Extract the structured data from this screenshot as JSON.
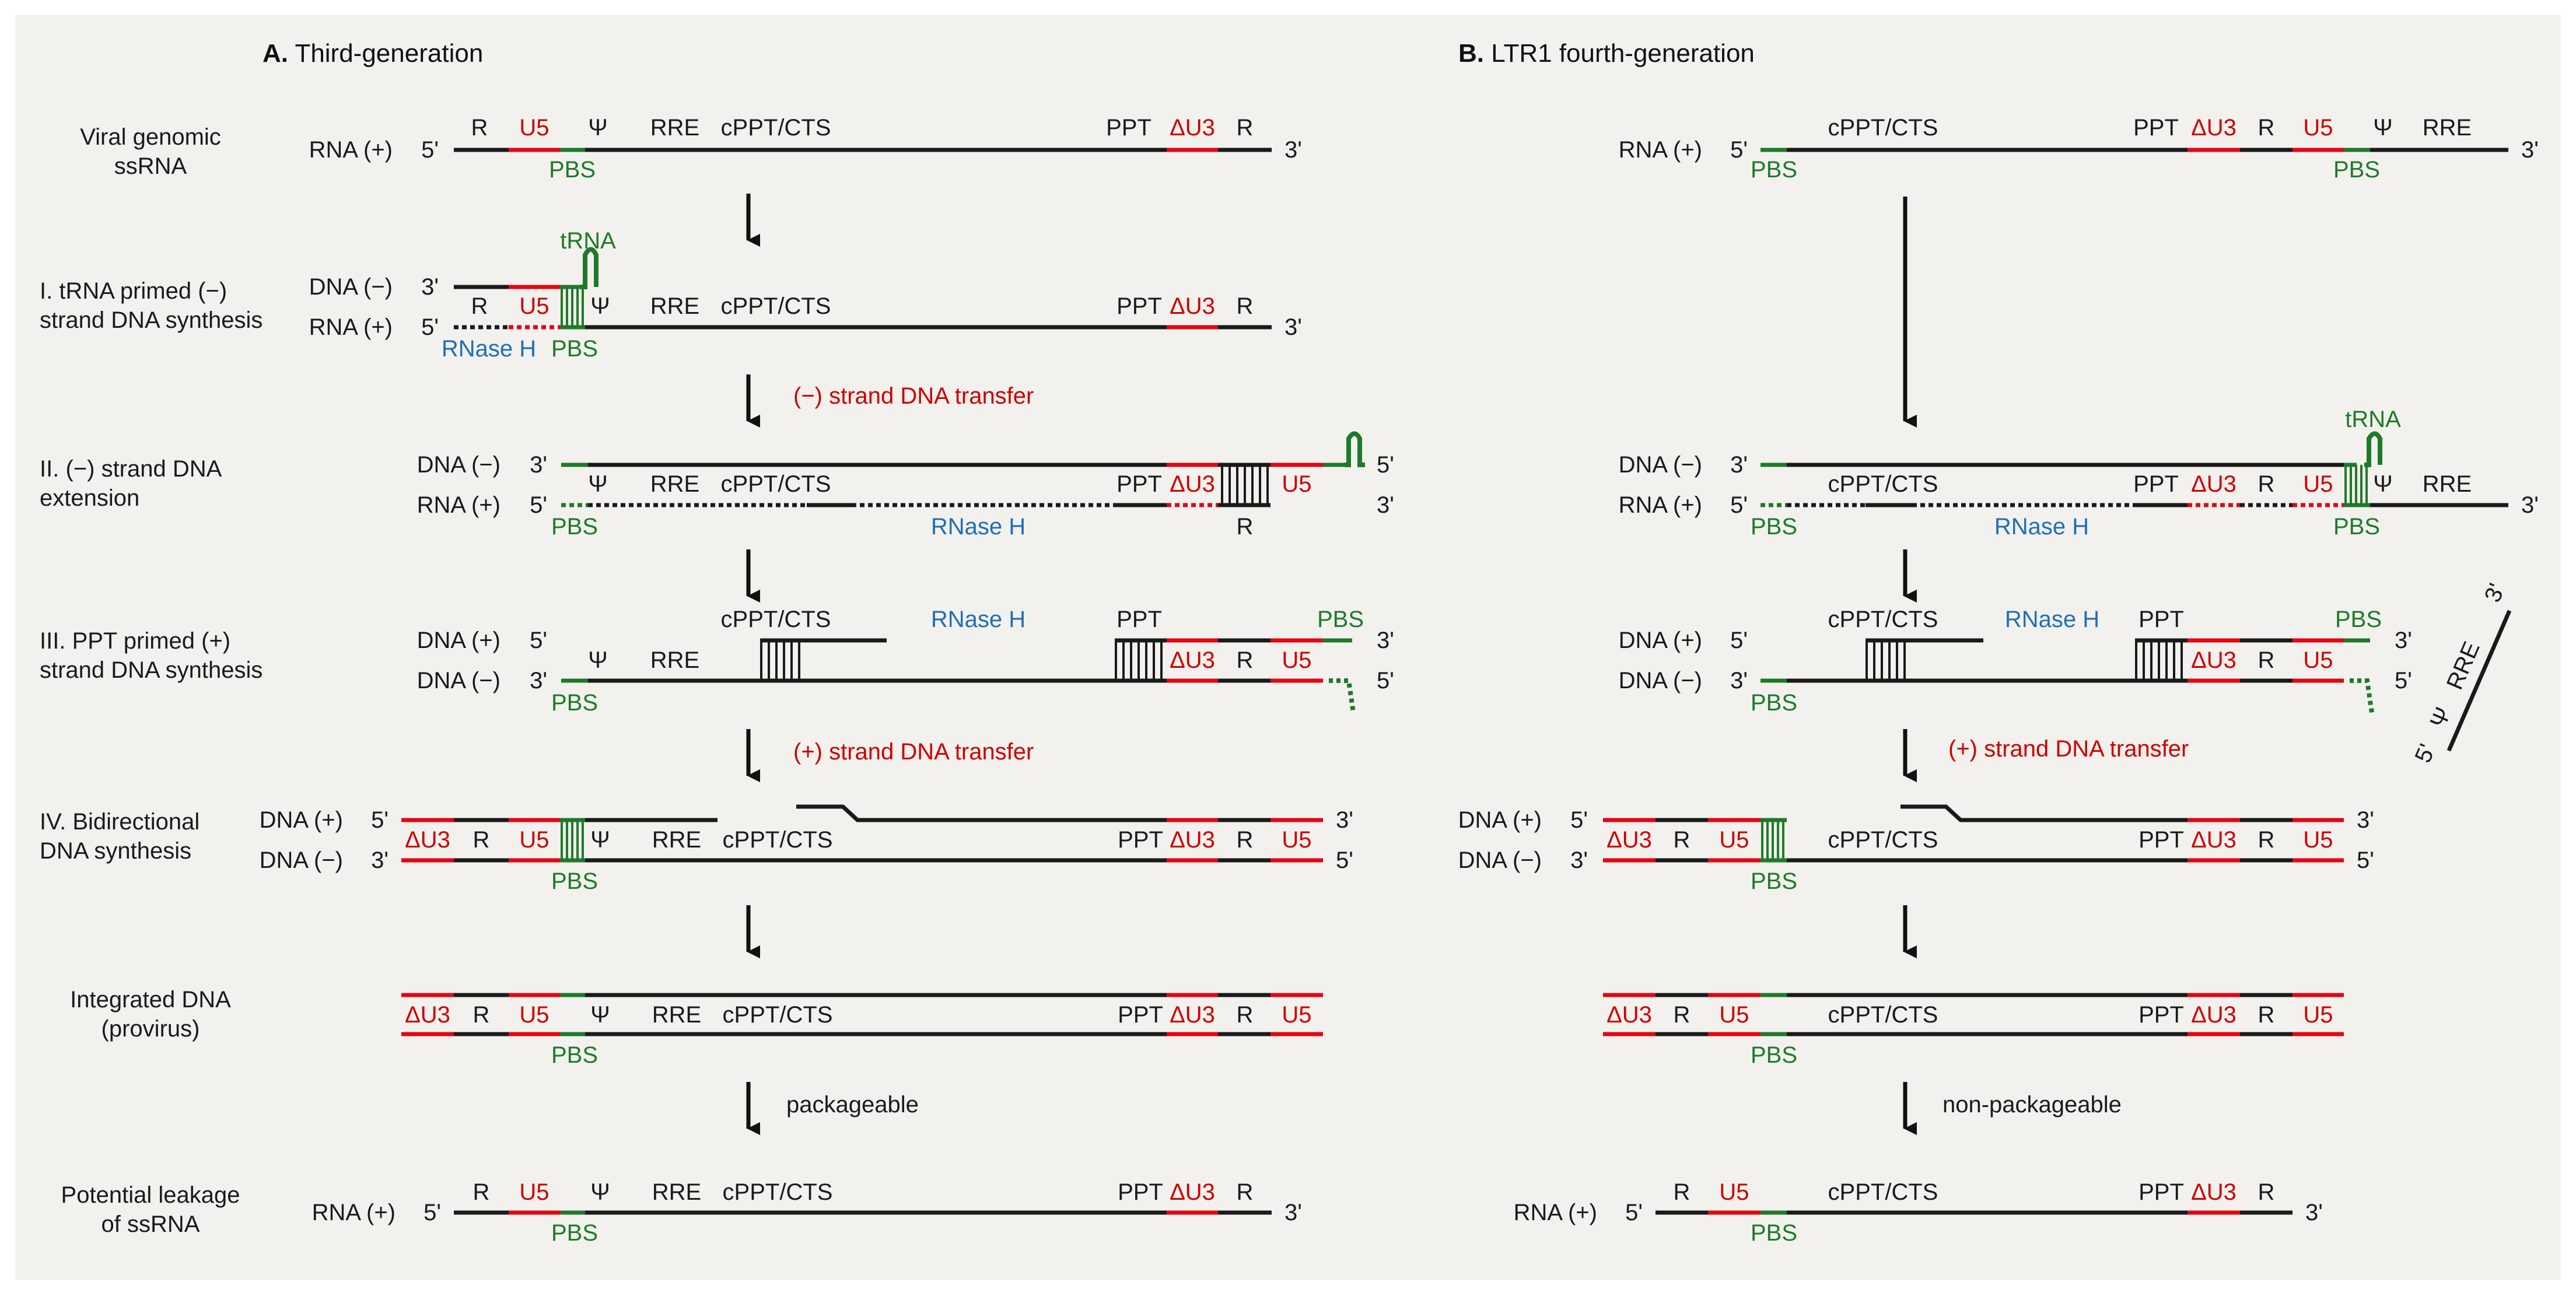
{
  "colors": {
    "background": "#f3f1ed",
    "black": "#1a1a1a",
    "red": "#e30613",
    "red_text": "#cc0000",
    "green": "#1e7a2a",
    "blue": "#1f6fb5"
  },
  "panelA": {
    "letter": "A.",
    "title": "Third-generation"
  },
  "panelB": {
    "letter": "B.",
    "title": "LTR1 fourth-generation"
  },
  "stage_labels": {
    "s0_l1": "Viral genomic",
    "s0_l2": "ssRNA",
    "s1_l1": "I. tRNA primed (−)",
    "s1_l2": "strand DNA synthesis",
    "s2_l1": "II. (−) strand DNA",
    "s2_l2": "extension",
    "s3_l1": "III. PPT primed (+)",
    "s3_l2": "strand DNA synthesis",
    "s4_l1": "IV. Bidirectional",
    "s4_l2": "DNA synthesis",
    "s5_l1": "Integrated DNA",
    "s5_l2": "(provirus)",
    "s6_l1": "Potential leakage",
    "s6_l2": "of ssRNA"
  },
  "strands": {
    "rna_plus": "RNA (+)",
    "dna_minus": "DNA (−)",
    "dna_plus": "DNA (+)",
    "five": "5'",
    "three": "3'"
  },
  "elements": {
    "R": "R",
    "U5": "U5",
    "dU3": "ΔU3",
    "psi": "Ψ",
    "RRE": "RRE",
    "cPPT": "cPPT/CTS",
    "PPT": "PPT",
    "PBS": "PBS",
    "tRNA": "tRNA",
    "RNaseH": "RNase H"
  },
  "arrow_labels": {
    "minus_transfer": "(−) strand DNA transfer",
    "plus_transfer": "(+) strand DNA transfer",
    "packageable": "packageable",
    "non_packageable": "non-packageable"
  }
}
